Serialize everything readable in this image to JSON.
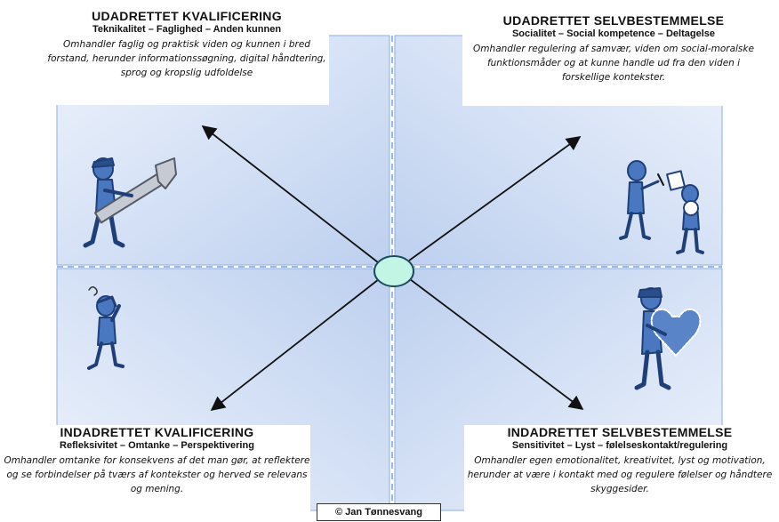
{
  "colors": {
    "panel_light": "#e4ecf9",
    "panel_dark": "#b9cdee",
    "panel_border": "#8eaee0",
    "figure_fill": "#4a78c0",
    "figure_stroke": "#1f3f78",
    "center_fill": "#c3f5e4",
    "center_stroke": "#1d4a5c",
    "arrow": "#111111",
    "dashed_line": "#9bb7e6"
  },
  "icons": [
    "person-with-hammer-figure",
    "two-people-talking-figure",
    "thinking-person-figure",
    "person-holding-heart-figure"
  ],
  "quadrants": {
    "top_left": {
      "title": "UDADRETTET  KVALIFICERING",
      "subtitle": "Teknikalitet  – Faglighed – Anden kunnen",
      "description": "Omhandler faglig og praktisk viden og kunnen i bred forstand, herunder informationssøgning, digital håndtering, sprog og kropslig udfoldelse"
    },
    "top_right": {
      "title": "UDADRETTET  SELVBESTEMMELSE",
      "subtitle": "Socialitet – Social kompetence – Deltagelse",
      "description": "Omhandler regulering af samvær, viden om social-moralske funktionsmåder og at kunne handle ud fra den viden i forskellige kontekster."
    },
    "bottom_left": {
      "title": "INDADRETTET  KVALIFICERING",
      "subtitle": "Refleksivitet – Omtanke – Perspektivering",
      "description": "Omhandler omtanke for konsekvens af det man gør, at reflektere og se forbindelser på tværs af kontekster og herved se relevans og mening."
    },
    "bottom_right": {
      "title": "INDADRETTET  SELVBESTEMMELSE",
      "subtitle": "Sensitivitet – Lyst – følelseskontakt/regulering",
      "description": "Omhandler egen emotionalitet, kreativitet, lyst og motivation, herunder at være i kontakt med og regulere følelser og håndtere skyggesider."
    }
  },
  "copyright": "© Jan Tønnesvang"
}
